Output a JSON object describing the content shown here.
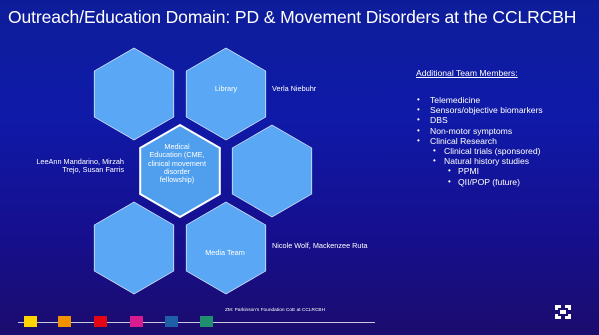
{
  "title": "Outreach/Education Domain: PD & Movement Disorders at the CCLRCBH",
  "hexagons": {
    "top_right": "Library",
    "center": "Medical Education (CME, clinical movement disorder fellowship)",
    "bottom_right": "Media Team"
  },
  "labels": {
    "library_person": "Verla Niebuhr",
    "education_people": "LeeAnn Mandarino, Mirzah Trejo, Susan Farris",
    "media_people": "Nicole Wolf, Mackenzee Ruta"
  },
  "team": {
    "heading": "Additional Team Members:",
    "items": [
      {
        "label": "Telemedicine"
      },
      {
        "label": "Sensors/objective biomarkers"
      },
      {
        "label": "DBS"
      },
      {
        "label": "Non-motor symptoms"
      },
      {
        "label": "Clinical Research",
        "children": [
          {
            "label": "Clinical trials (sponsored)"
          },
          {
            "label": "Natural history studies",
            "children": [
              {
                "label": "PPMI"
              },
              {
                "label": "QII/POP (future)"
              }
            ]
          }
        ]
      }
    ]
  },
  "footer": {
    "text": "ZM: Parkinson's Foundation CoE at CCLRCBH",
    "colors": [
      "#ffd400",
      "#f39200",
      "#e30613",
      "#d81b8e",
      "#1f5fa8",
      "#1f8f6f",
      "#3ab54a"
    ]
  },
  "colors": {
    "hex_fill": "#5aa7f5",
    "hex_center_fill": "#4f9fee",
    "hex_stroke": "#ffffff"
  }
}
